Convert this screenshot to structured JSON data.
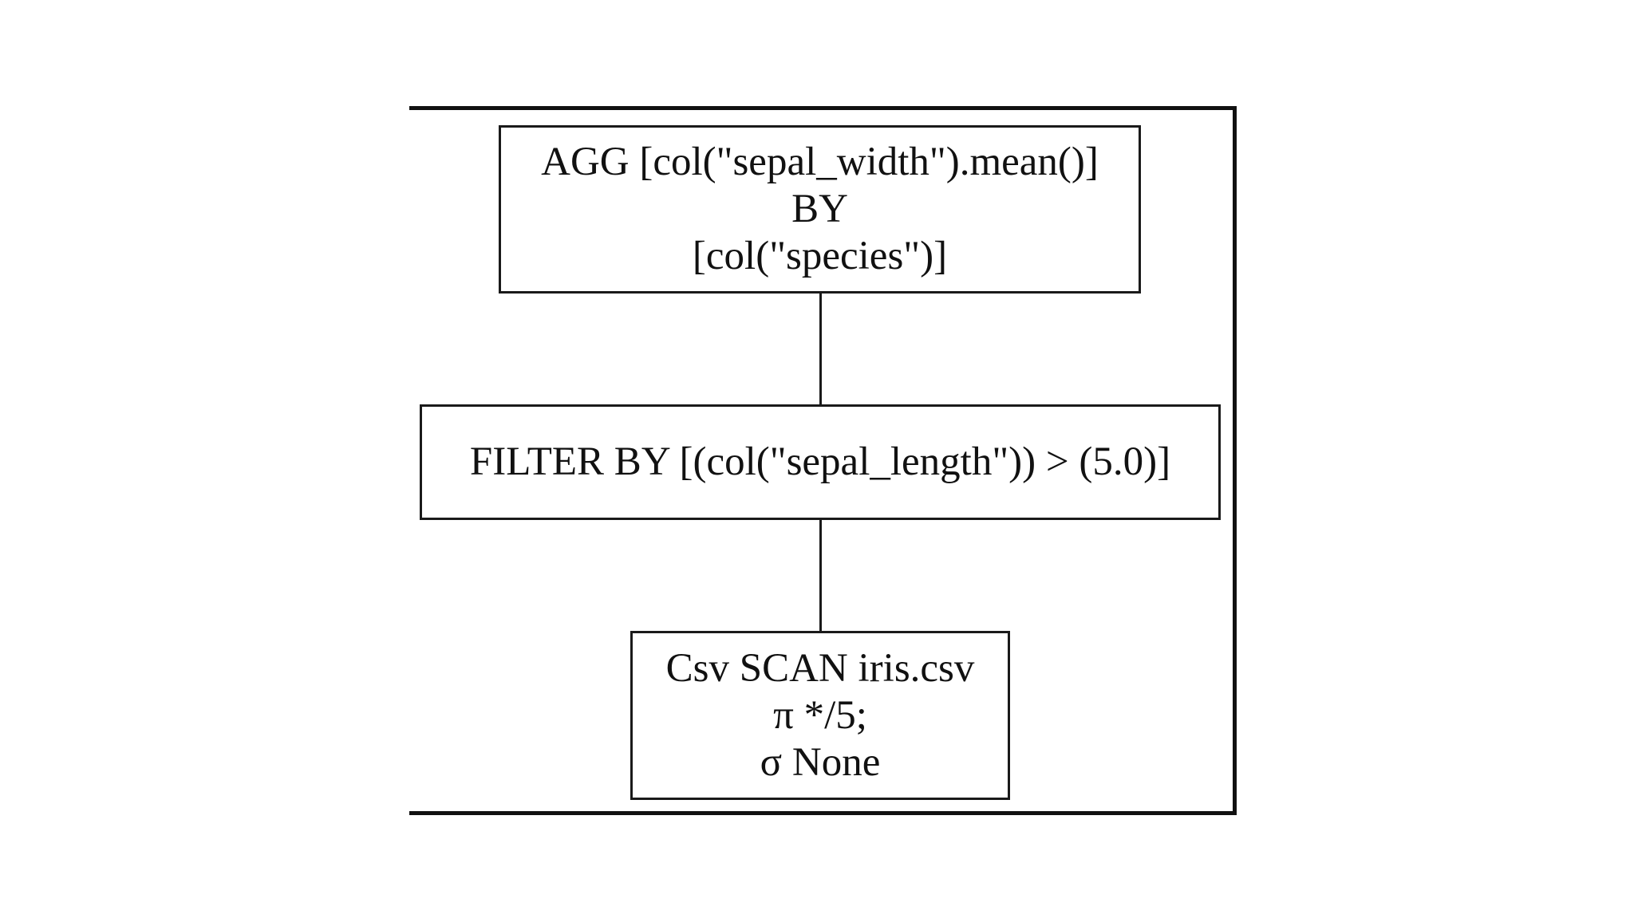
{
  "diagram": {
    "nodes": [
      {
        "id": "agg",
        "lines": [
          "AGG [col(\"sepal_width\").mean()]",
          "BY",
          "[col(\"species\")]"
        ]
      },
      {
        "id": "filter",
        "lines": [
          "FILTER BY [(col(\"sepal_length\")) > (5.0)]"
        ]
      },
      {
        "id": "scan",
        "lines": [
          "Csv SCAN iris.csv",
          "π */5;",
          "σ None"
        ]
      }
    ],
    "edges": [
      {
        "from": "agg",
        "to": "filter"
      },
      {
        "from": "filter",
        "to": "scan"
      }
    ]
  }
}
